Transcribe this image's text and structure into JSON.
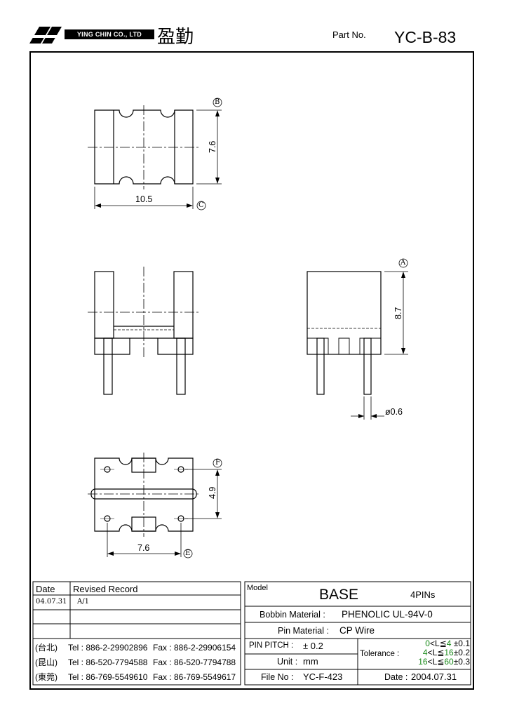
{
  "header": {
    "company_en": "YING CHIN CO., LTD",
    "company_cn": "盈勤",
    "part_no_label": "Part No.",
    "part_no": "YC-B-83"
  },
  "dimensions": {
    "top_height": "7.6",
    "top_width": "10.5",
    "side_height": "8.7",
    "pin_diameter": "ø0.6",
    "bottom_pitch_v": "4.9",
    "bottom_pitch_h": "7.6"
  },
  "markers": {
    "a": "A",
    "b": "B",
    "c": "C",
    "e": "E",
    "f": "F"
  },
  "revision": {
    "date_label": "Date",
    "record_label": "Revised  Record",
    "rows": [
      {
        "date": "04.07.31",
        "record": "A/1"
      },
      {
        "date": "",
        "record": ""
      },
      {
        "date": "",
        "record": ""
      }
    ]
  },
  "contacts": [
    {
      "region": "(台北)",
      "tel": "Tel : 886-2-29902896",
      "fax": "Fax : 886-2-29906154"
    },
    {
      "region": "(昆山)",
      "tel": "Tel : 86-520-7794588",
      "fax": "Fax : 86-520-7794788"
    },
    {
      "region": "(東莞)",
      "tel": "Tel : 86-769-5549610",
      "fax": "Fax : 86-769-5549617"
    }
  ],
  "spec": {
    "model_label": "Model",
    "model": "BASE",
    "pins": "4PINs",
    "bobbin_label": "Bobbin  Material :",
    "bobbin": "PHENOLIC UL-94V-0",
    "pin_material_label": "Pin  Material :",
    "pin_material": "CP   Wire",
    "pitch_label": "PIN  PITCH :",
    "pitch": "± 0.2",
    "unit_label": "Unit :",
    "unit": "mm",
    "file_label": "File  No :",
    "file_no": "YC-F-423",
    "tolerance_label": "Tolerance :",
    "tol_rows": [
      {
        "lo": "0",
        "hi": "4",
        "val": "±0.1"
      },
      {
        "lo": "4",
        "hi": "16",
        "val": "±0.2"
      },
      {
        "lo": "16",
        "hi": "60",
        "val": "±0.3"
      }
    ],
    "date_label": "Date :",
    "date": "2004.07.31",
    "lt": "<L≦",
    "accent_color": "#1a8a1a"
  }
}
